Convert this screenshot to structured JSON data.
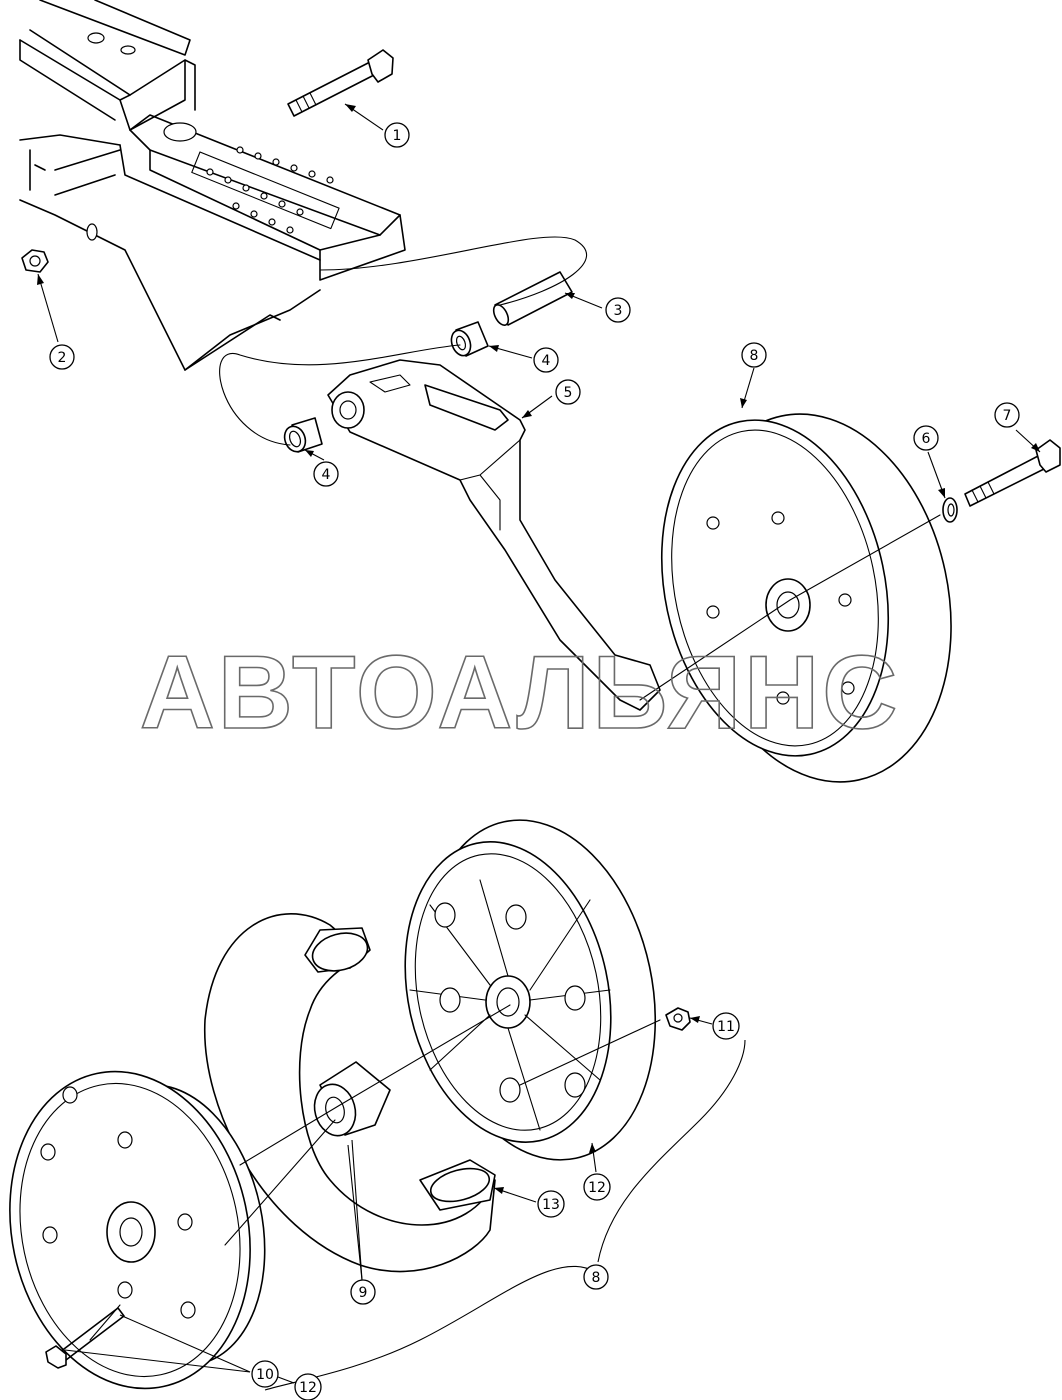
{
  "watermark": "АВТОАЛЬЯНС",
  "callouts": [
    {
      "id": "c1",
      "label": "1"
    },
    {
      "id": "c2",
      "label": "2"
    },
    {
      "id": "c3",
      "label": "3"
    },
    {
      "id": "c4a",
      "label": "4"
    },
    {
      "id": "c4b",
      "label": "4"
    },
    {
      "id": "c5",
      "label": "5"
    },
    {
      "id": "c6",
      "label": "6"
    },
    {
      "id": "c7",
      "label": "7"
    },
    {
      "id": "c8a",
      "label": "8"
    },
    {
      "id": "c8b",
      "label": "8"
    },
    {
      "id": "c9",
      "label": "9"
    },
    {
      "id": "c10",
      "label": "10"
    },
    {
      "id": "c11",
      "label": "11"
    },
    {
      "id": "c12a",
      "label": "12"
    },
    {
      "id": "c12b",
      "label": "12"
    },
    {
      "id": "c13",
      "label": "13"
    }
  ]
}
